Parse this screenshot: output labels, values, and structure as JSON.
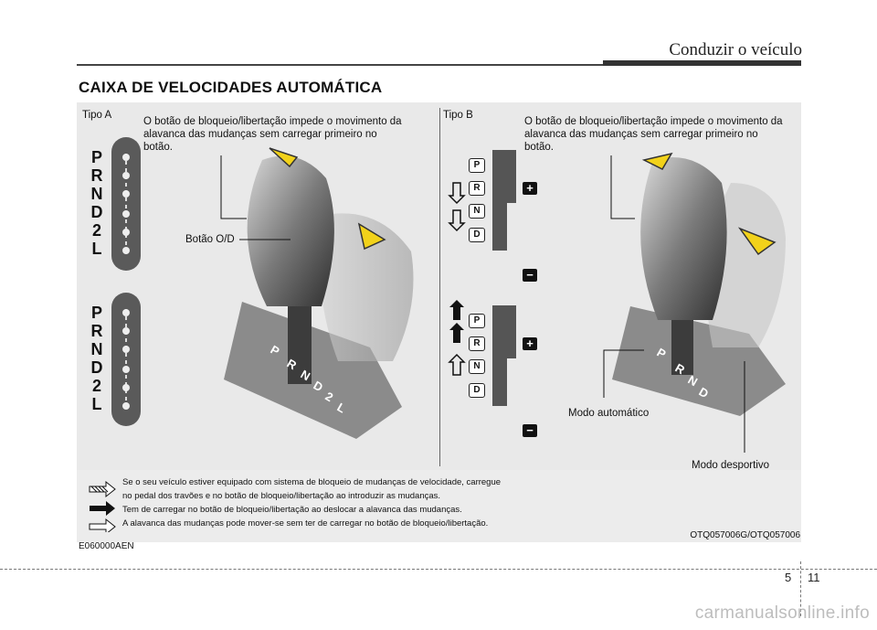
{
  "header": {
    "chapter_title": "Conduzir o veículo"
  },
  "section": {
    "title": "CAIXA DE VELOCIDADES AUTOMÁTICA"
  },
  "type_a": {
    "label": "Tipo A",
    "note": "O botão de bloqueio/libertação impede o movimento da alavanca das mudanças sem carregar primeiro no botão.",
    "button_label": "Botão O/D",
    "gears": [
      "P",
      "R",
      "N",
      "D",
      "2",
      "L"
    ]
  },
  "type_b": {
    "label": "Tipo B",
    "note": "O botão de bloqueio/libertação impede o movimento da alavanca das mudanças sem carregar primeiro no botão.",
    "gears": [
      "P",
      "R",
      "N",
      "D"
    ],
    "plus": "+",
    "minus": "−",
    "auto_mode": "Modo automático",
    "sport_mode": "Modo desportivo"
  },
  "legend": {
    "line1": "Se o seu veículo estiver equipado com sistema de bloqueio de mudanças de velocidade, carregue",
    "line2": "no pedal dos travões e no botão de bloqueio/libertação ao introduzir as mudanças.",
    "line3": "Tem de carregar no botão de bloqueio/libertação ao deslocar a alavanca das mudanças.",
    "line4": "A alavanca das mudanças pode mover-se sem ter de carregar no botão de bloqueio/libertação."
  },
  "figure_code": "OTQ057006G/OTQ057006",
  "doc_code": "E060000AEN",
  "page": {
    "chapter": "5",
    "number": "11"
  },
  "watermark": "carmanualsonline.info",
  "colors": {
    "panel_bg": "#e9e9e9",
    "arrow_yellow": "#f2d21a"
  }
}
